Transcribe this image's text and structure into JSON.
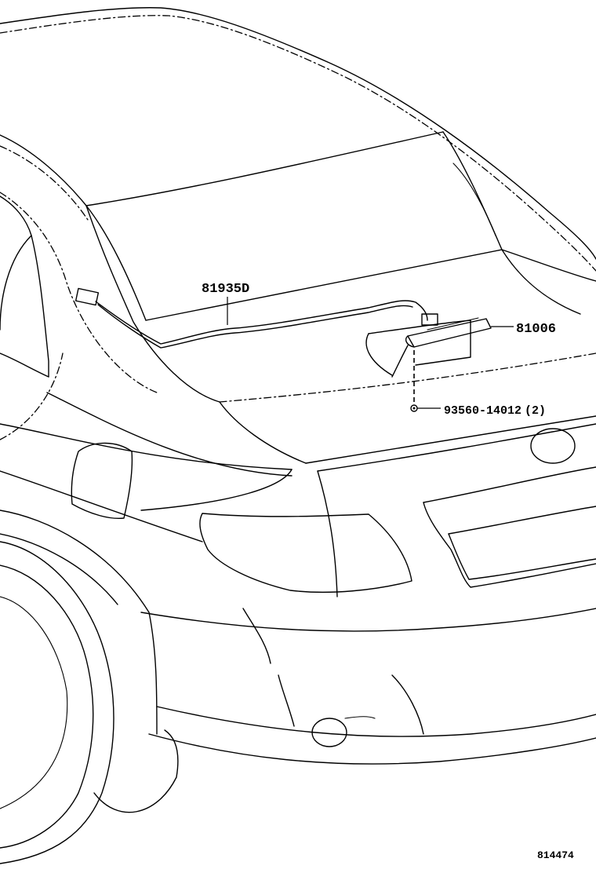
{
  "parts": [
    {
      "number": "81935D"
    },
    {
      "number": "81006"
    },
    {
      "number": "93560-14012",
      "quantity": "(2)"
    }
  ],
  "illustration_number": "814474"
}
